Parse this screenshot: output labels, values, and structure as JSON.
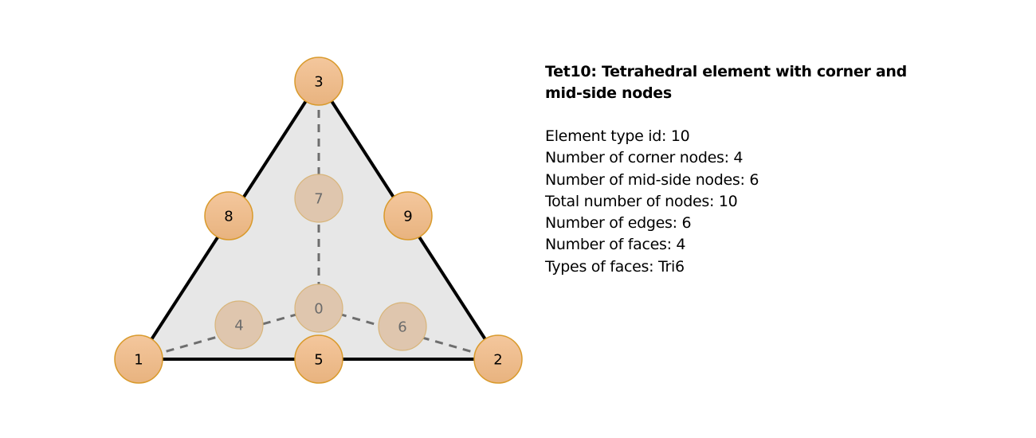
{
  "title": "Tet10: Tetrahedral element with corner and mid-side nodes",
  "properties": [
    "Element type id: 10",
    "Number of corner nodes: 4",
    "Number of mid-side nodes: 6",
    "Total number of nodes: 10",
    "Number of edges: 6",
    "Number of faces: 4",
    "Types of faces: Tri6"
  ],
  "colors": {
    "visible_node_top": "#f4c79d",
    "visible_node_bottom": "#e8b37f",
    "visible_node_stroke": "#d99a2b",
    "hidden_node_fill": "#dfc6ae",
    "hidden_node_stroke": "#d8b57a",
    "face_fill": "#e7e7e7",
    "edge_solid": "#000000",
    "edge_dashed": "#6e6e6e"
  },
  "nodes": [
    {
      "id": "0",
      "kind": "hidden"
    },
    {
      "id": "1",
      "kind": "corner"
    },
    {
      "id": "2",
      "kind": "corner"
    },
    {
      "id": "3",
      "kind": "corner"
    },
    {
      "id": "4",
      "kind": "hidden"
    },
    {
      "id": "5",
      "kind": "corner"
    },
    {
      "id": "6",
      "kind": "hidden"
    },
    {
      "id": "7",
      "kind": "hidden"
    },
    {
      "id": "8",
      "kind": "corner"
    },
    {
      "id": "9",
      "kind": "corner"
    }
  ],
  "solid_edges": [
    [
      "1",
      "3"
    ],
    [
      "3",
      "2"
    ],
    [
      "1",
      "2"
    ]
  ],
  "dashed_edges": [
    [
      "1",
      "0"
    ],
    [
      "2",
      "0"
    ],
    [
      "3",
      "0"
    ]
  ]
}
